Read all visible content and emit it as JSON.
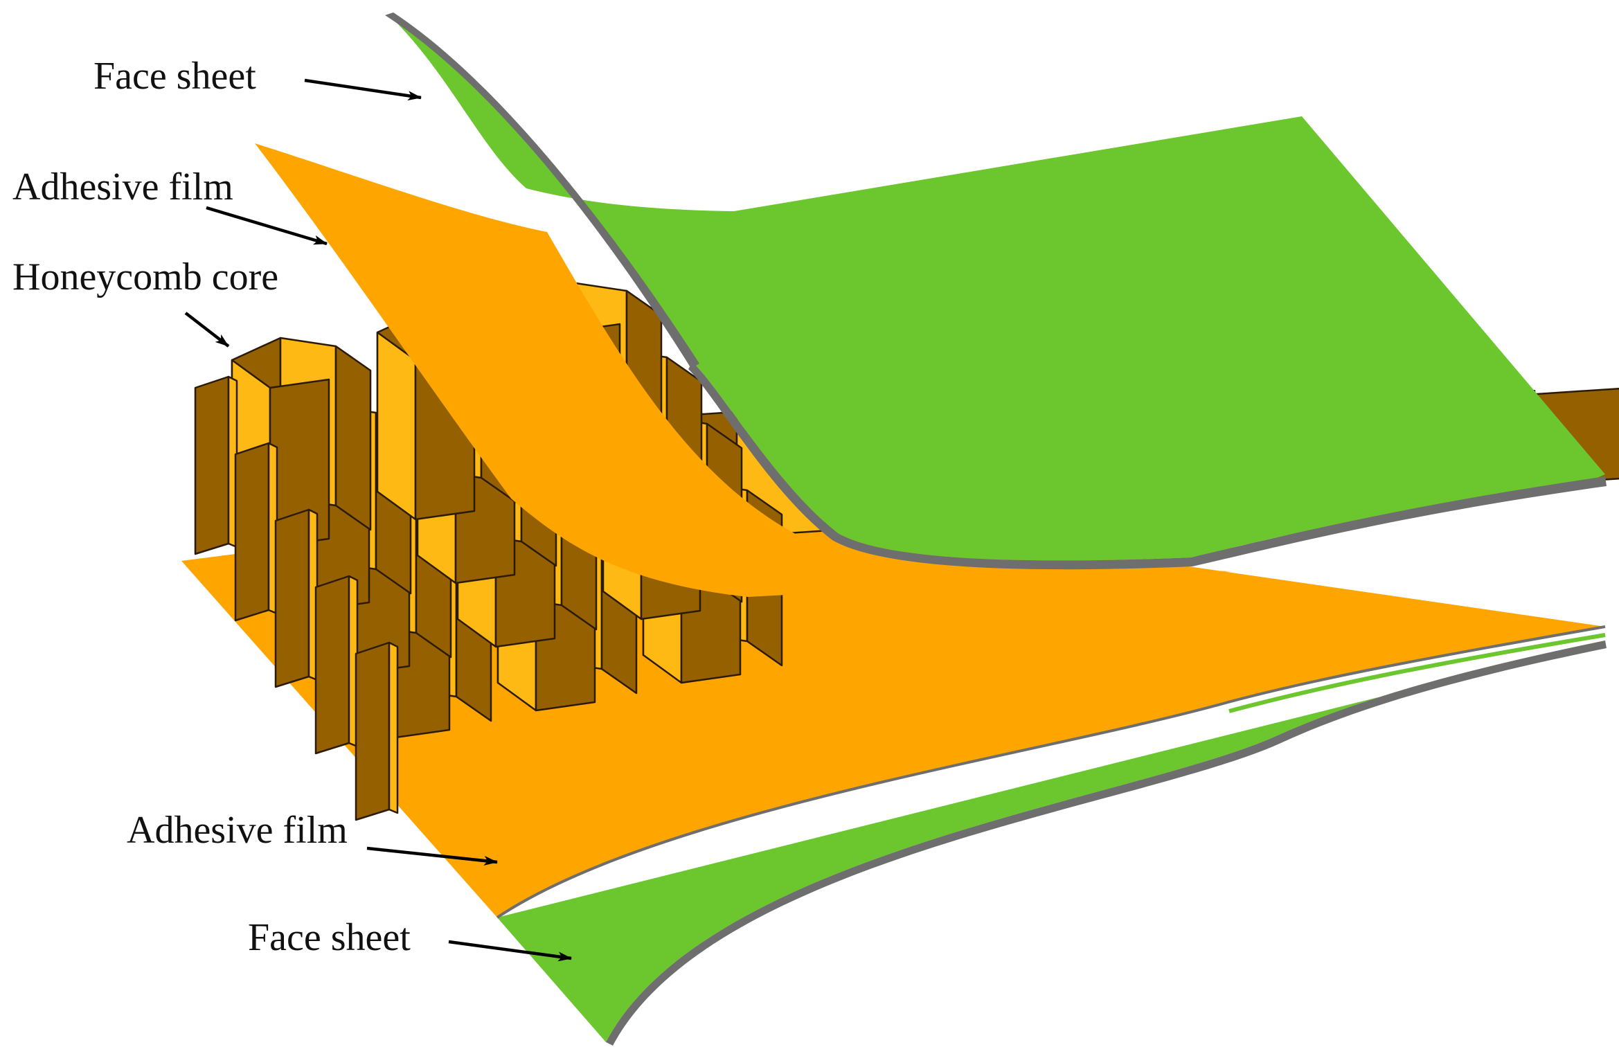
{
  "labels": {
    "top_face_sheet": "Face sheet",
    "top_adhesive_film": "Adhesive film",
    "honeycomb_core": "Honeycomb core",
    "bottom_adhesive_film": "Adhesive film",
    "bottom_face_sheet": "Face sheet"
  },
  "colors": {
    "face_sheet": "#6cc62e",
    "face_sheet_edge": "#6e6e6e",
    "adhesive_film": "#ffa500",
    "core_light": "#ffb914",
    "core_dark": "#946000",
    "core_outline": "#2b1a05"
  }
}
